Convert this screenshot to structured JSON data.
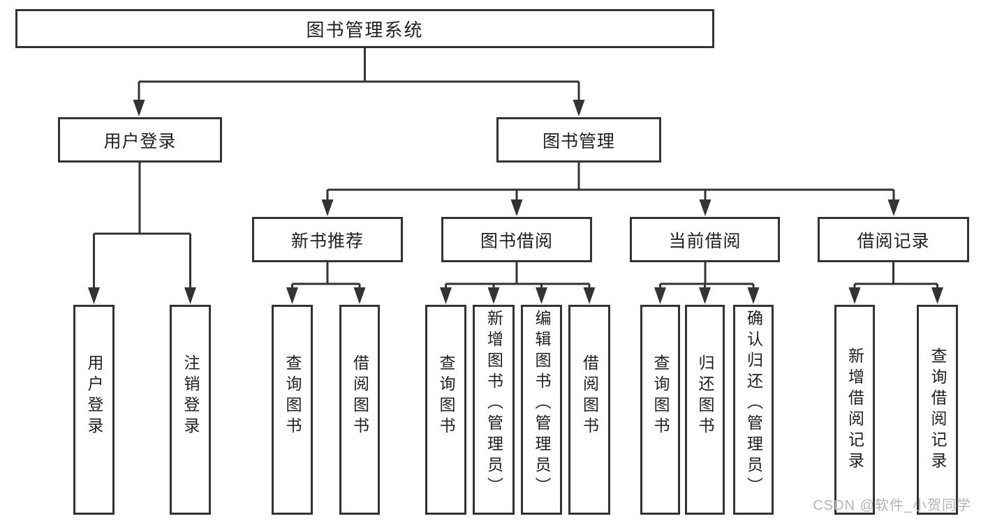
{
  "diagram": {
    "title": "图书管理系统",
    "root": {
      "label": "图书管理系统",
      "children": [
        {
          "label": "用户登录",
          "children": [
            {
              "label": "用户登录"
            },
            {
              "label": "注销登录"
            }
          ]
        },
        {
          "label": "图书管理",
          "children": [
            {
              "label": "新书推荐",
              "children": [
                {
                  "label": "查询图书"
                },
                {
                  "label": "借阅图书"
                }
              ]
            },
            {
              "label": "图书借阅",
              "children": [
                {
                  "label": "查询图书"
                },
                {
                  "label": "新增图书（管理员）"
                },
                {
                  "label": "编辑图书（管理员）"
                },
                {
                  "label": "借阅图书"
                }
              ]
            },
            {
              "label": "当前借阅",
              "children": [
                {
                  "label": "查询图书"
                },
                {
                  "label": "归还图书"
                },
                {
                  "label": "确认归还（管理员）"
                }
              ]
            },
            {
              "label": "借阅记录",
              "children": [
                {
                  "label": "新增借阅记录"
                },
                {
                  "label": "查询借阅记录"
                }
              ]
            }
          ]
        }
      ]
    }
  },
  "watermark": {
    "text": "CSDN @软件_小贺同学"
  },
  "colors": {
    "line": "#333333",
    "text": "#1f1f1f",
    "watermark": "#b4b4b4",
    "background": "#ffffff"
  }
}
